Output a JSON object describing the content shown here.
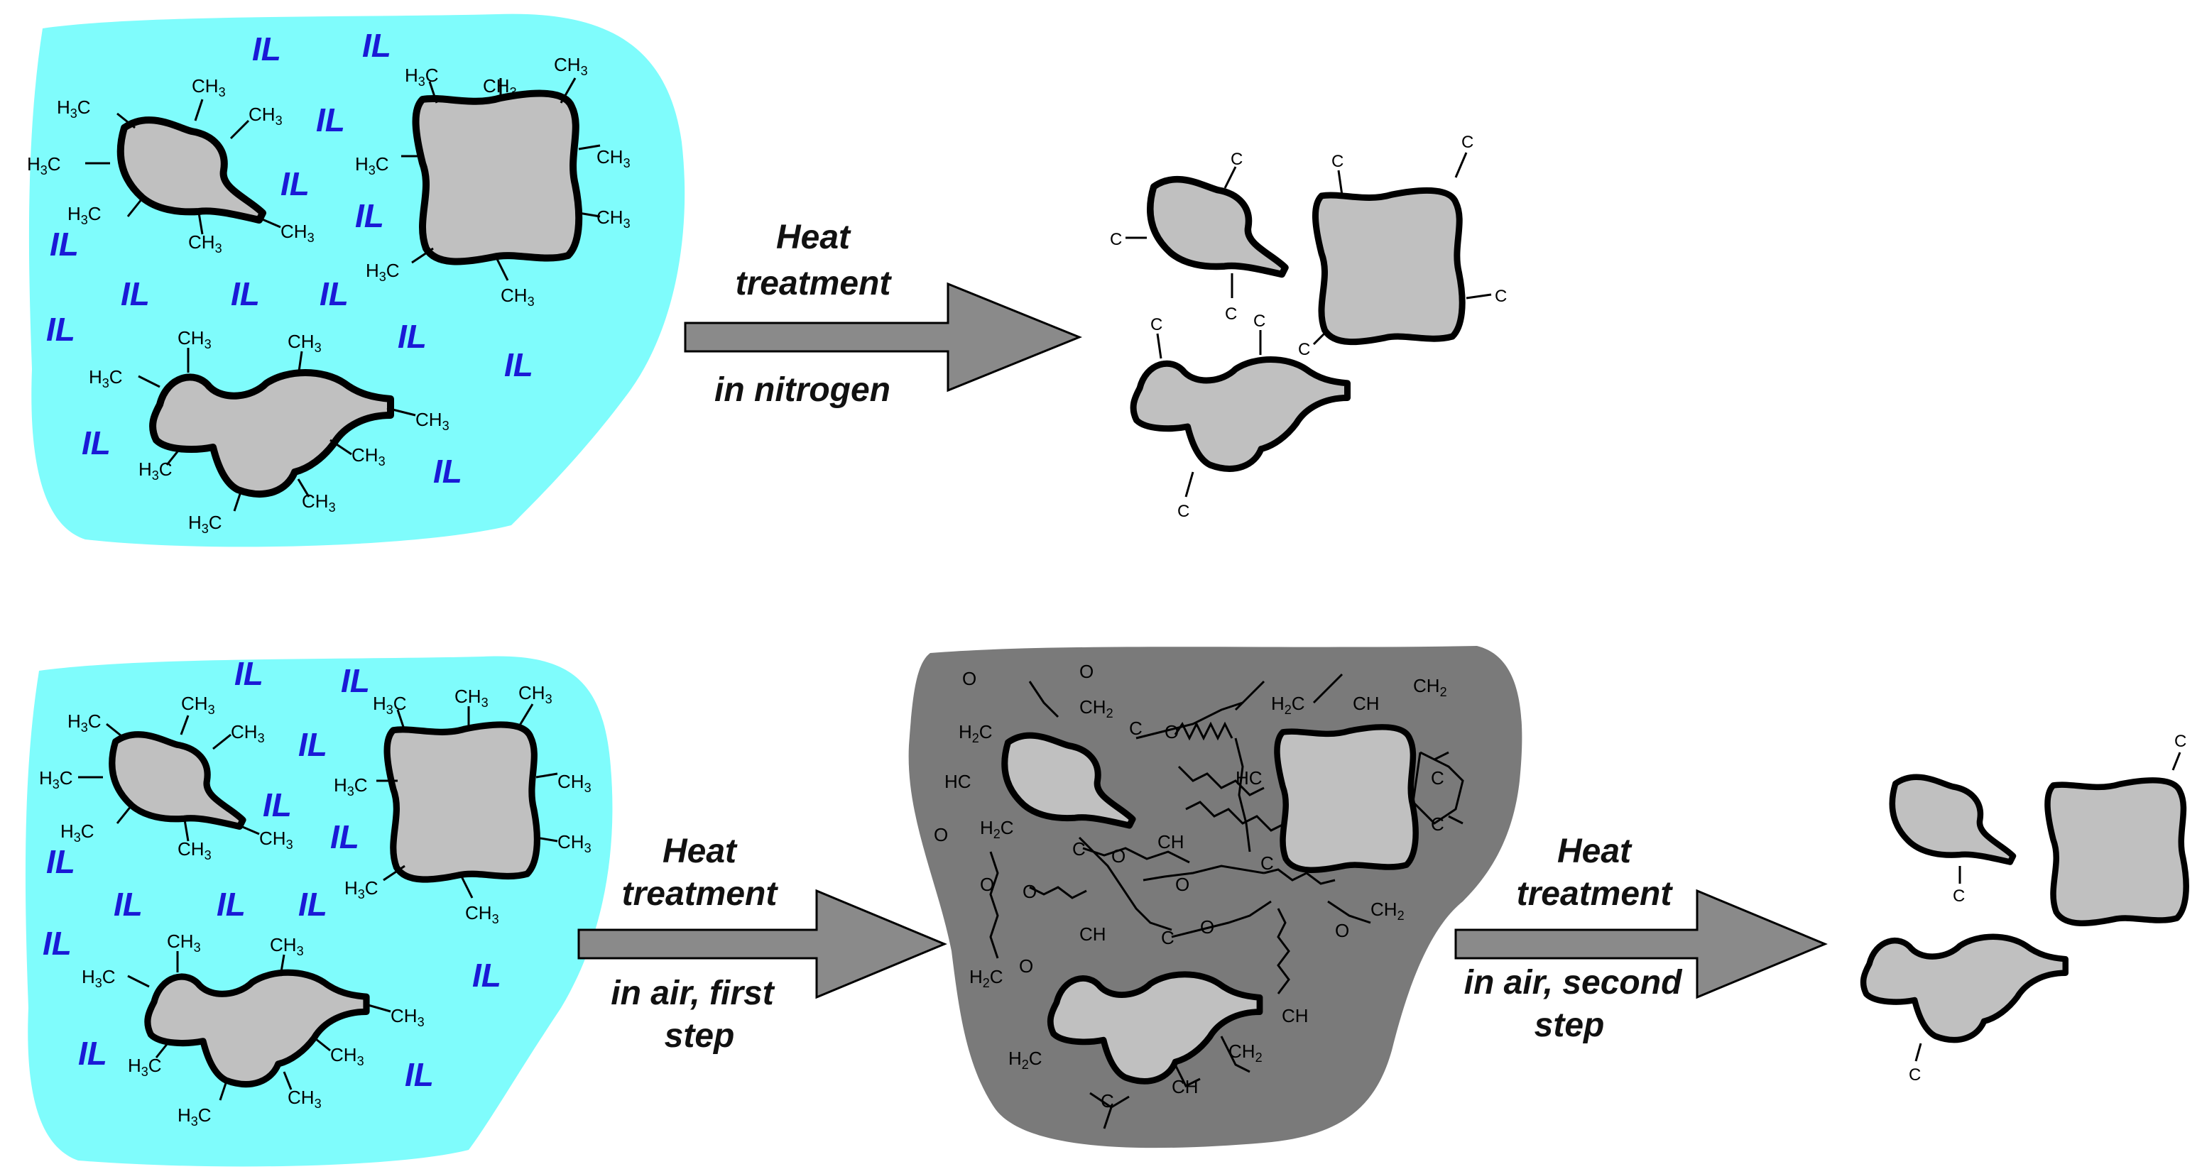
{
  "labels": {
    "il": "IL",
    "methyl_h3c": "H3C",
    "methyl_ch3": "CH3",
    "carbon": "C",
    "ch": "CH",
    "hc": "HC",
    "ch2": "CH2",
    "h2c": "H2C",
    "oxygen": "O"
  },
  "arrows": {
    "top": {
      "line1": "Heat",
      "line2": "treatment",
      "line3": "in nitrogen"
    },
    "bottom_first": {
      "line1": "Heat",
      "line2": "treatment",
      "line3": "in air, first",
      "line4": "step"
    },
    "bottom_second": {
      "line1": "Heat",
      "line2": "treatment",
      "line3": "in air, second",
      "line4": "step"
    }
  },
  "colors": {
    "ionic_liquid": "#7ffcfc",
    "particle": "#c0c0c0",
    "carbonized_matrix": "#7a7a7a",
    "il_text": "#1a1ad6",
    "arrow": "#8a8a8a"
  }
}
